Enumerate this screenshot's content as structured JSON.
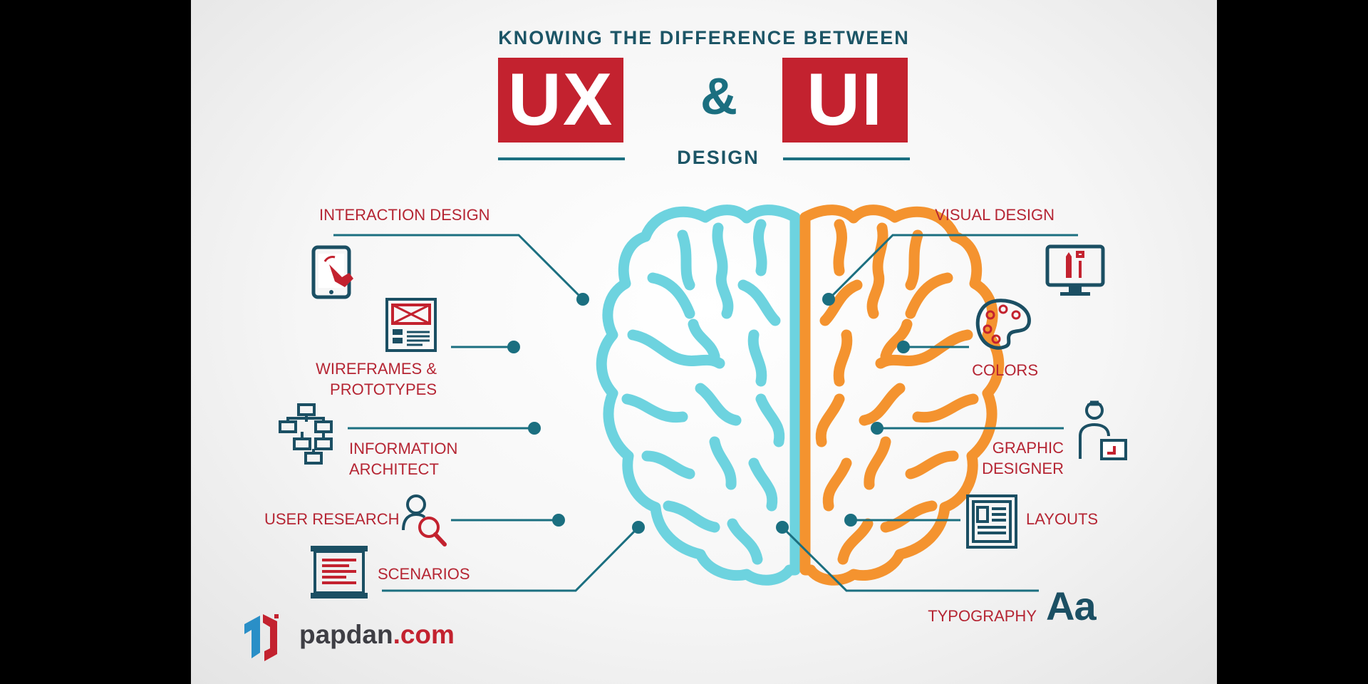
{
  "header": {
    "heading": "KNOWING THE DIFFERENCE BETWEEN",
    "ux": "UX",
    "ampersand": "&",
    "ui": "UI",
    "subheading": "DESIGN"
  },
  "ux_items": [
    {
      "label": "INTERACTION DESIGN",
      "icon": "tablet-touch-icon"
    },
    {
      "label": "WIREFRAMES &\nPROTOTYPES",
      "icon": "wireframe-icon"
    },
    {
      "label": "INFORMATION\nARCHITECT",
      "icon": "sitemap-icon"
    },
    {
      "label": "USER RESEARCH",
      "icon": "user-search-icon"
    },
    {
      "label": "SCENARIOS",
      "icon": "scroll-icon"
    }
  ],
  "ui_items": [
    {
      "label": "VISUAL DESIGN",
      "icon": "monitor-pencil-icon"
    },
    {
      "label": "COLORS",
      "icon": "palette-icon"
    },
    {
      "label": "GRAPHIC\nDESIGNER",
      "icon": "designer-icon"
    },
    {
      "label": "LAYOUTS",
      "icon": "layout-icon"
    },
    {
      "label": "TYPOGRAPHY",
      "icon": "typography-icon"
    }
  ],
  "typography_glyph": "Aa",
  "brand": {
    "name": "papdan",
    "tld": ".com",
    "logo_icon": "papdan-logo-icon"
  },
  "colors": {
    "accent_red": "#c3222f",
    "teal_dark": "#1b6f80",
    "label_red": "#b52533",
    "brain_left": "#6dd3df",
    "brain_right": "#f4932f",
    "icon_navy": "#1b4f63"
  }
}
